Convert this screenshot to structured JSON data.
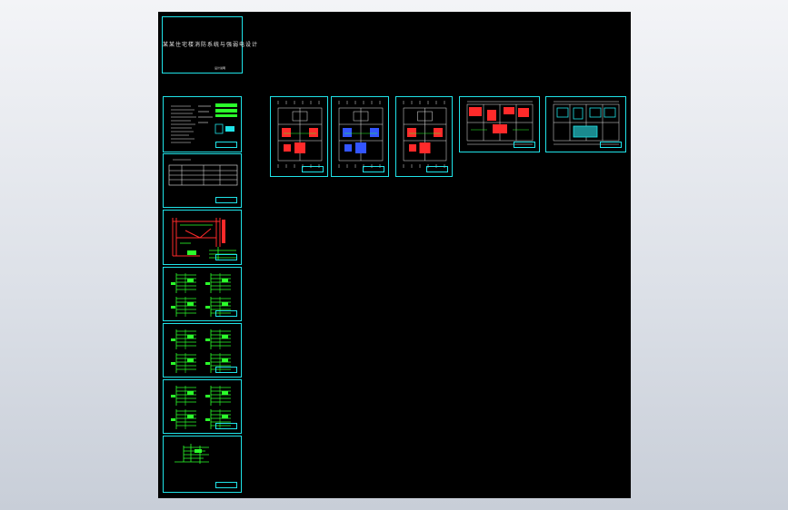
{
  "drawing": {
    "cover_title": "某某住宅楼消防系统与强弱电设计",
    "cover_subtitle": "设计说明"
  },
  "colors": {
    "background": "#000000",
    "frame": "#1fe3e8",
    "lines": "#2bff2b",
    "red_lines": "#ff2a2a",
    "blue_lines": "#3355ff",
    "text": "#e8e8e8"
  },
  "sheets": {
    "left_column": [
      "cover",
      "design-notes",
      "equipment-table",
      "system-diagram",
      "detail-sheet-1",
      "detail-sheet-2",
      "detail-sheet-3",
      "detail-sheet-4"
    ],
    "plans": [
      "floor-plan-1",
      "floor-plan-2",
      "floor-plan-3",
      "floor-plan-4",
      "floor-plan-5"
    ]
  }
}
